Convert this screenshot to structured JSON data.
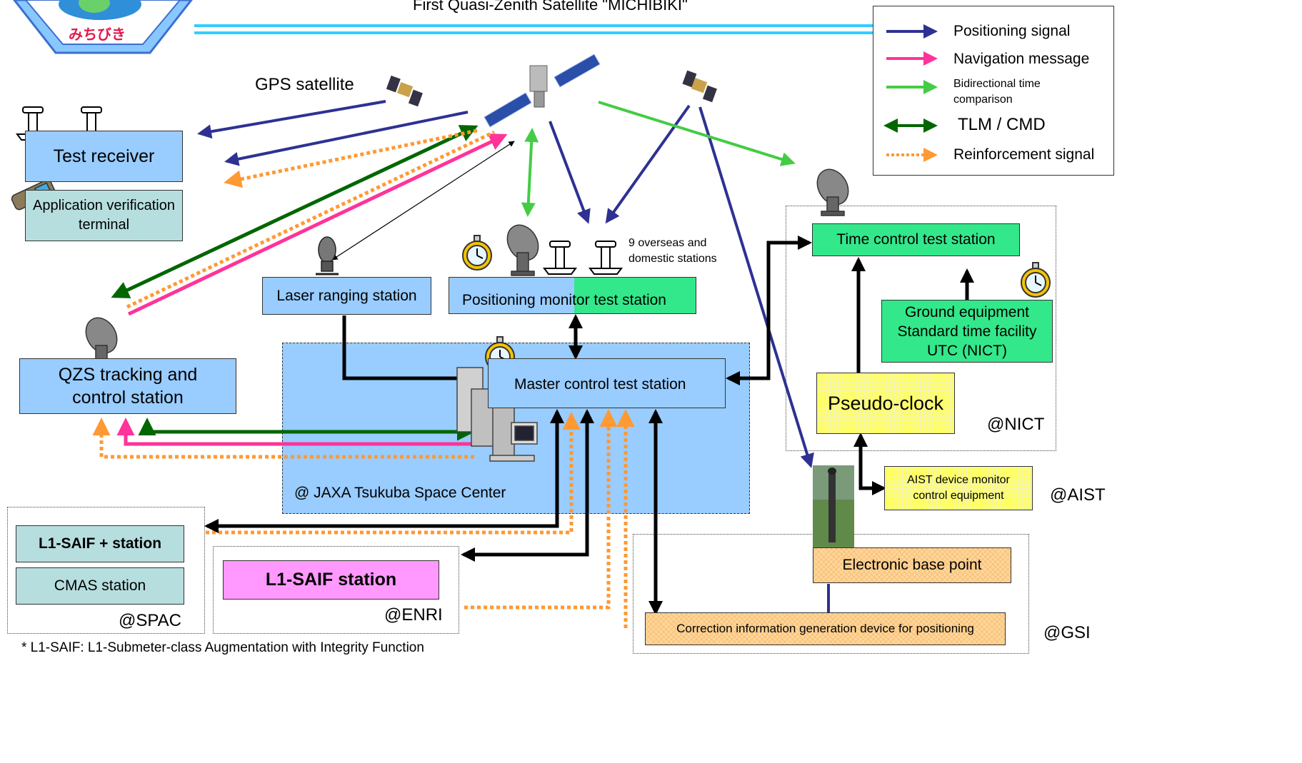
{
  "header": {
    "title": "First Quasi-Zenith Satellite \"MICHIBIKI\"",
    "logo_text": "みちびき"
  },
  "legend": {
    "items": [
      {
        "label": "Positioning signal",
        "color": "#2e3192",
        "style": "solid"
      },
      {
        "label": "Navigation message",
        "color": "#ff3399",
        "style": "solid"
      },
      {
        "label": "Bidirectional time comparison",
        "color": "#44cc44",
        "style": "solid"
      },
      {
        "label": "TLM / CMD",
        "color": "#006600",
        "style": "double"
      },
      {
        "label": "Reinforcement signal",
        "color": "#ff9933",
        "style": "dotted"
      }
    ]
  },
  "labels": {
    "gps_satellite": "GPS satellite",
    "overseas_stations": "9 overseas and domestic stations",
    "footnote": "*  L1-SAIF: L1-Submeter-class Augmentation with Integrity Function"
  },
  "boxes": {
    "test_receiver": "Test receiver",
    "app_terminal": "Application verification terminal",
    "qzs_tracking": "QZS tracking and control station",
    "laser_ranging": "Laser ranging station",
    "positioning_monitor": "Positioning monitor test station",
    "master_control": "Master control test station",
    "time_control": "Time control test station",
    "ground_equipment": "Ground equipment Standard time facility UTC (NICT)",
    "pseudo_clock": "Pseudo-clock",
    "aist_device": "AIST device monitor control equipment",
    "l1saif_plus": "L1-SAIF + station",
    "cmas": "CMAS station",
    "l1saif": "L1-SAIF station",
    "electronic_base": "Electronic base point",
    "correction_device": "Correction information generation device for positioning"
  },
  "sites": {
    "jaxa": "@ JAXA Tsukuba Space Center",
    "nict": "@NICT",
    "aist": "@AIST",
    "spac": "@SPAC",
    "enri": "@ENRI",
    "gsi": "@GSI"
  }
}
